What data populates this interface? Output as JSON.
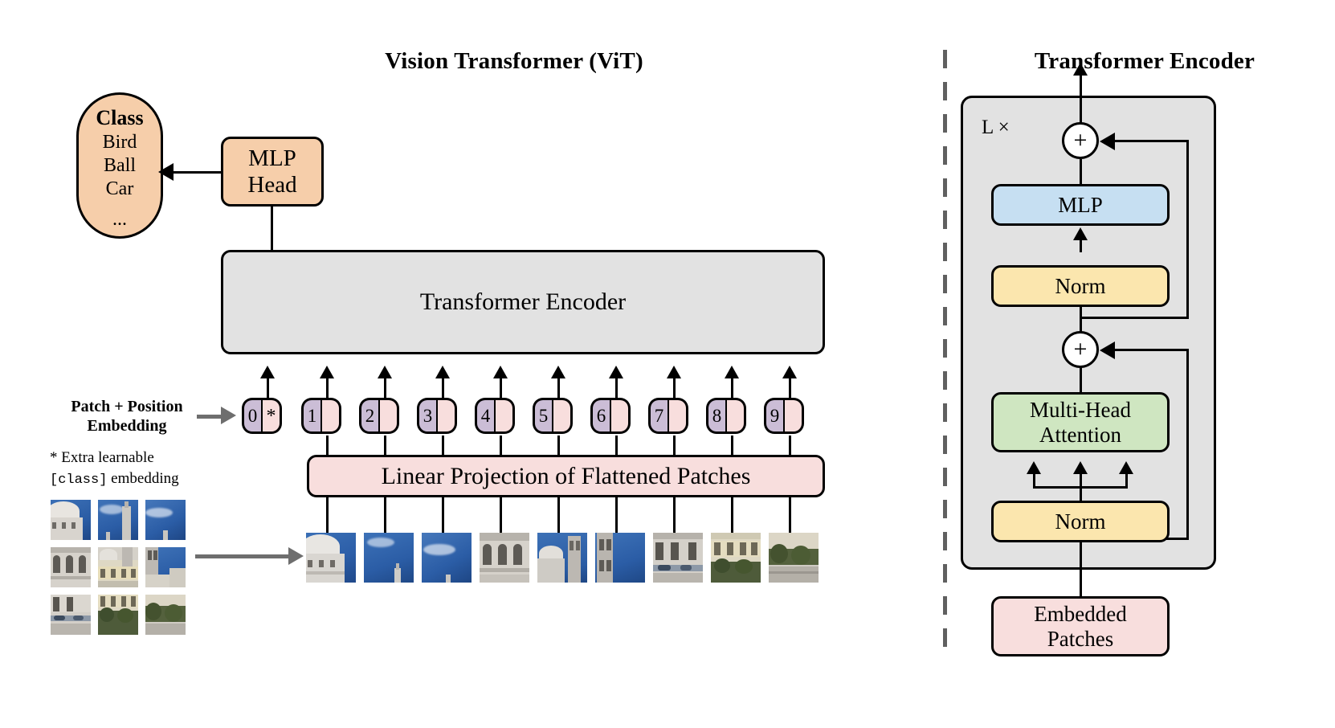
{
  "figure": {
    "left_title": "Vision Transformer (ViT)",
    "right_title": "Transformer Encoder"
  },
  "class_pill": {
    "header": "Class",
    "items": [
      "Bird",
      "Ball",
      "Car"
    ],
    "ellipsis": "..."
  },
  "mlp_head": {
    "line1": "MLP",
    "line2": "Head"
  },
  "encoder_block": {
    "label": "Transformer Encoder"
  },
  "embedding": {
    "side_label_line1": "Patch + Position",
    "side_label_line2": "Embedding",
    "note_line1": "* Extra learnable",
    "note_mono": "[class]",
    "note_line2_tail": " embedding",
    "star": "*",
    "tokens": [
      "0",
      "1",
      "2",
      "3",
      "4",
      "5",
      "6",
      "7",
      "8",
      "9"
    ]
  },
  "linear_projection": {
    "label": "Linear Projection of Flattened Patches"
  },
  "transformer_encoder": {
    "repeat_label": "L ×",
    "plus_top": "+",
    "plus_bottom": "+",
    "mlp": "MLP",
    "norm_top": "Norm",
    "attention_line1": "Multi-Head",
    "attention_line2": "Attention",
    "norm_bottom": "Norm",
    "embedded_line1": "Embedded",
    "embedded_line2": "Patches"
  },
  "colors": {
    "encoder_gray": "#e2e2e2",
    "tan": "#f6ceaa",
    "pink": "#f8dedd",
    "blue": "#c6dff2",
    "yellow": "#fbe6ae",
    "green": "#cfe6c1",
    "purple": "#cbbdd6",
    "divider": "#606060",
    "gray_arrow": "#6e6e6e",
    "stroke": "#000000"
  }
}
